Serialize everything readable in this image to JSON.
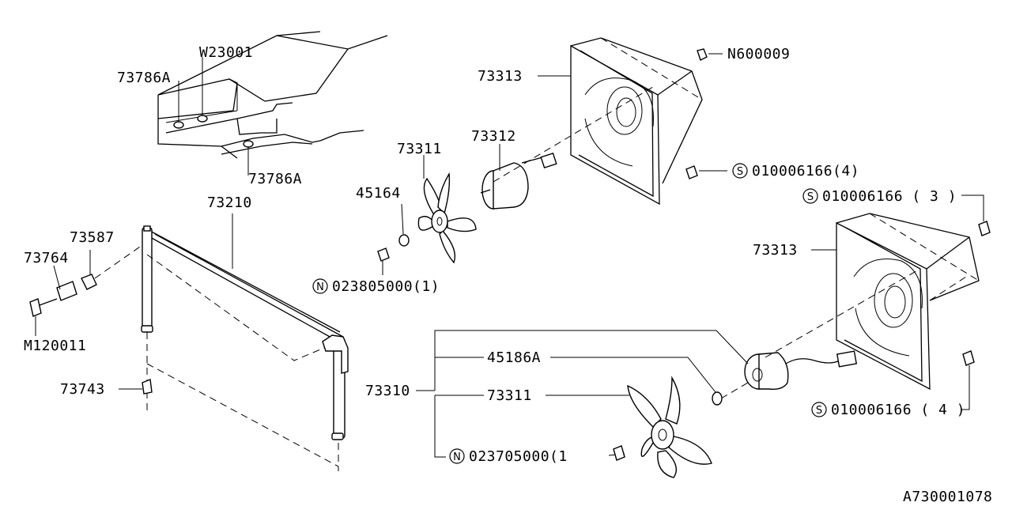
{
  "part_labels": {
    "p73786A_top": "73786A",
    "pW23001": "W23001",
    "p73786A_bottom": "73786A",
    "p73210": "73210",
    "p73587": "73587",
    "p73764": "73764",
    "pM120011": "M120011",
    "p73743": "73743",
    "p73313_upper": "73313",
    "pN600009": "N600009",
    "p73312": "73312",
    "p73311_upper": "73311",
    "p45164": "45164",
    "p010006166_4_upper": "010006166(4)",
    "p023805000": "023805000(1)",
    "p010006166_3": "010006166 ( 3 )",
    "p73313_lower": "73313",
    "p45186A": "45186A",
    "p73310": "73310",
    "p73311_lower": "73311",
    "p023705000": "023705000(1",
    "p010006166_4_lower": "010006166 ( 4 )"
  },
  "prefix_marks": {
    "n": "N",
    "s": "S"
  },
  "diagram_ref": "A730001078"
}
